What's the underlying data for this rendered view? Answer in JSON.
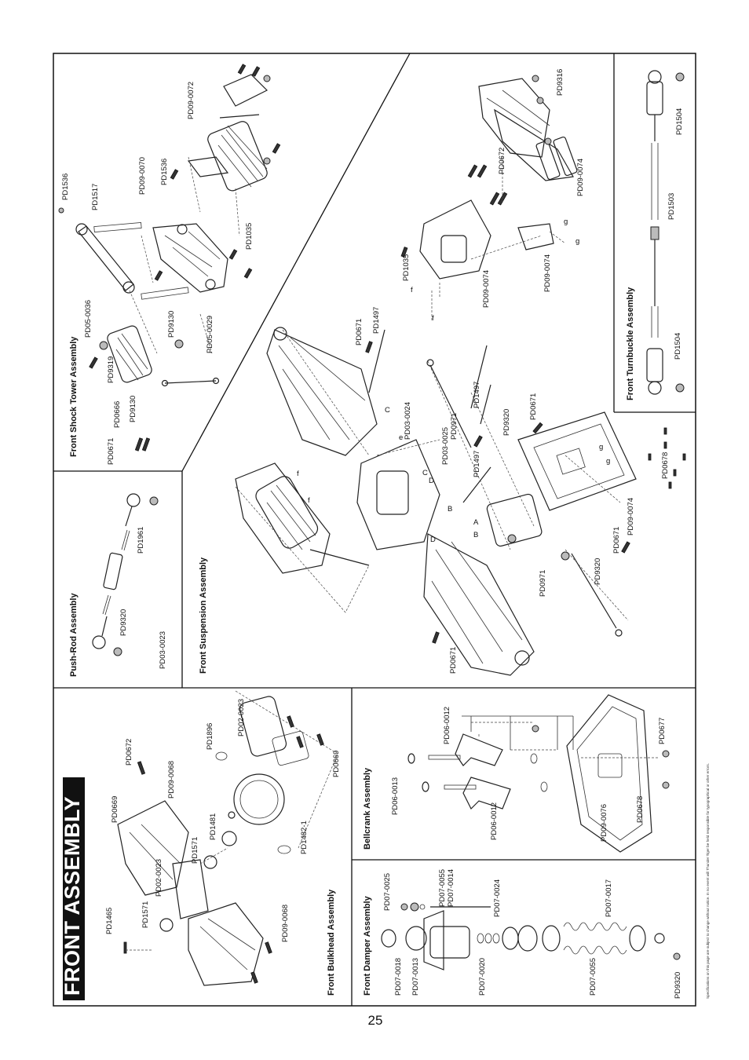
{
  "page": {
    "title": "FRONT ASSEMBLY",
    "page_number": "25",
    "disclaimer": "Specifications on this page are subject to change without notice. In no event will Thunder Tiger be held responsible for typographical or other errors."
  },
  "sections": {
    "front_shock_tower": {
      "title": "Front Shock Tower Assembly",
      "labels": [
        "PD1536",
        "PD1517",
        "PD09-0070",
        "PD1536",
        "PD09-0072",
        "PD1035",
        "PD05-0036",
        "PD9319",
        "PD9130",
        "PD05-0029",
        "PD9130",
        "PD0666",
        "PD0671"
      ]
    },
    "push_rod": {
      "title": "Push-Rod Assembly",
      "labels": [
        "PD1961",
        "PD9320",
        "PD03-0023"
      ]
    },
    "front_suspension": {
      "title": "Front Suspension Assembly",
      "labels": [
        "PD0671",
        "PD1497",
        "PD03-0024",
        "PD03-0025",
        "PD0971",
        "PD1497",
        "PD1497",
        "PD9320",
        "PD0671",
        "PD0671",
        "PD09-0074",
        "PD0678",
        "PD0971",
        "PD9320",
        "PD0671"
      ],
      "letters": [
        "C",
        "e",
        "D",
        "C",
        "B",
        "A",
        "B",
        "D",
        "f",
        "f",
        "g",
        "g"
      ]
    },
    "rear_mount": {
      "labels": [
        "PD9316",
        "PD0672",
        "PD09-0074",
        "PD1035",
        "PD09-0074",
        "PD09-0074",
        "f",
        "f",
        "g",
        "g"
      ]
    },
    "front_turnbuckle": {
      "title": "Front Turnbuckle Assembly",
      "labels": [
        "PD1504",
        "PD1503",
        "PD1504"
      ]
    },
    "front_bulkhead": {
      "title": "Front Bulkhead Assembly",
      "labels": [
        "PD1465",
        "PD1571",
        "PD02-0023",
        "PD0669",
        "PD0672",
        "PD09-0068",
        "PD1571",
        "PD1481",
        "PD1896",
        "PD02-0023",
        "PD0669",
        "PD1482-1",
        "PD09-0068"
      ]
    },
    "front_damper": {
      "title": "Front Damper Assembly",
      "labels": [
        "PD07-0025",
        "PD07-0055",
        "PD07-0014",
        "PD07-0024",
        "PD07-0017",
        "PD07-0018",
        "PD07-0013",
        "PD07-0020",
        "PD07-0055",
        "PD9320"
      ]
    },
    "bellcrank": {
      "title": "Bellcrank Assembly",
      "labels": [
        "PD06-0012",
        "PD06-0013",
        "PD06-0012",
        "PD09-0076",
        "PD0678",
        "PD0677"
      ]
    }
  }
}
